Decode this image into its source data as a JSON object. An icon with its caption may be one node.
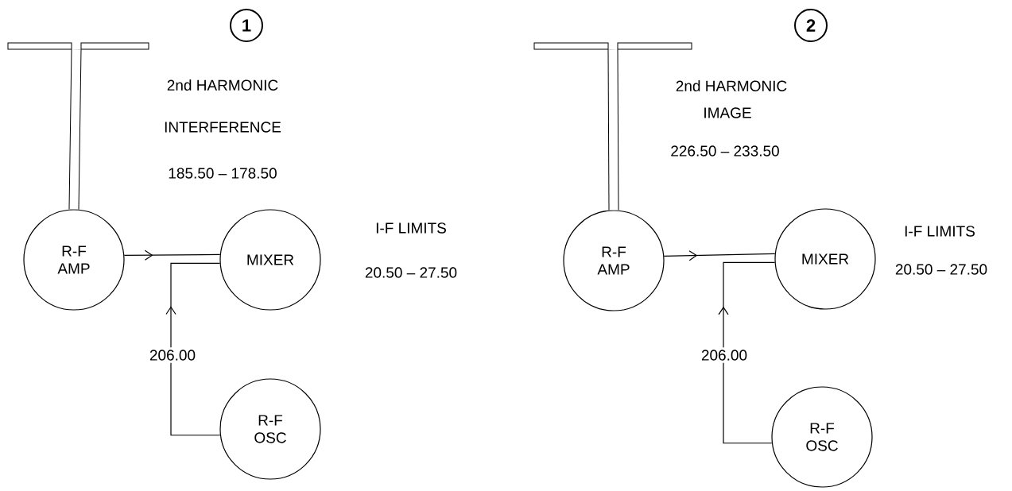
{
  "diagram": {
    "nodes": [
      {
        "text": [
          "1"
        ]
      },
      {
        "text": [],
        "shape": "picture"
      },
      {
        "text": [
          "R-F AMP"
        ]
      },
      {
        "text": [
          "MIXER"
        ]
      },
      {
        "text": [
          "R-F OSC"
        ]
      },
      {
        "text": [
          "2"
        ]
      },
      {
        "text": [],
        "shape": "picture"
      },
      {
        "text": [
          "R-F AMP"
        ]
      },
      {
        "text": [
          "MIXER"
        ]
      },
      {
        "text": [
          "R-F OSC"
        ]
      }
    ],
    "edges": [
      {
        "from": 1,
        "to": 2,
        "arrow": "none",
        "style": "thick"
      },
      {
        "from": 2,
        "to": 3,
        "arrow": "to"
      },
      {
        "from": 4,
        "to": 3,
        "arrow": "to",
        "label": "206.00"
      },
      {
        "from": 6,
        "to": 7,
        "arrow": "none",
        "style": "thick"
      },
      {
        "from": 7,
        "to": 8,
        "arrow": "to"
      },
      {
        "from": 9,
        "to": 8,
        "arrow": "to",
        "label": "206.00"
      }
    ],
    "labels": [
      "2nd HARMONIC",
      "INTERFERENCE",
      "185.50 – 178.50",
      "I-F LIMITS",
      "20.50 – 27.50",
      "2nd HARMONIC",
      "IMAGE",
      "226.50 – 233.50",
      "I-F LIMITS",
      "20.50 – 27.50"
    ]
  }
}
